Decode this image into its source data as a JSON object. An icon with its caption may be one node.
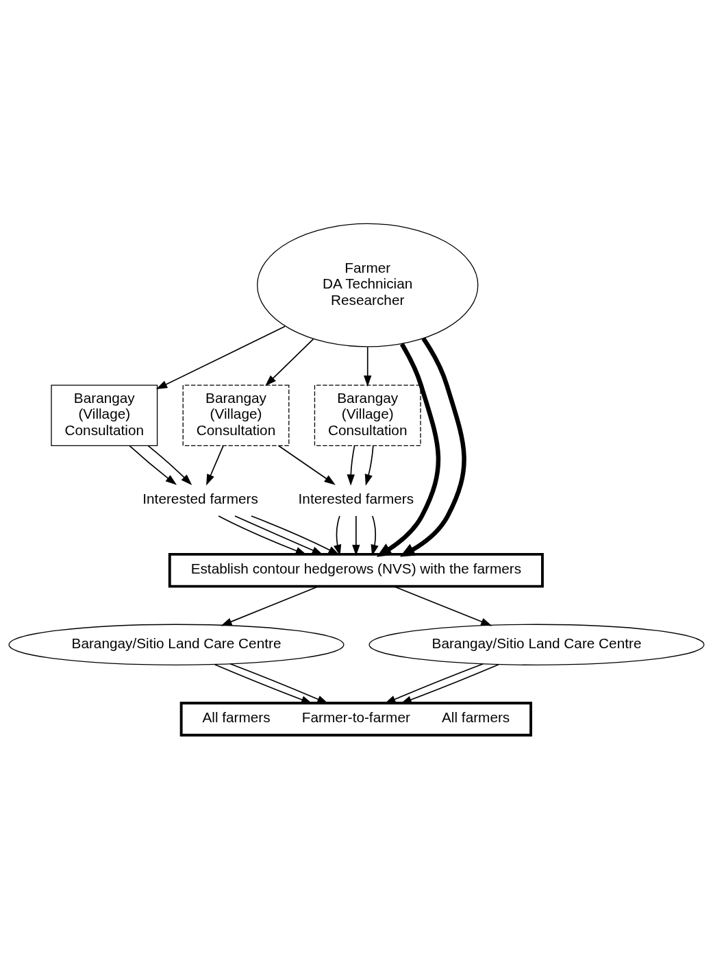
{
  "diagram": {
    "nodes": [
      {
        "text": [
          "Farmer",
          "DA Technician",
          "Researcher"
        ]
      },
      {
        "text": [
          "Barangay (Village) Consultation"
        ]
      },
      {
        "text": [
          "Barangay (Village) Consultation"
        ]
      },
      {
        "text": [
          "Barangay (Village) Consultation"
        ]
      },
      {
        "text": [
          "Interested farmers"
        ]
      },
      {
        "text": [
          "Interested farmers"
        ]
      },
      {
        "text": [
          "Establish contour hedgerows (NVS) with the farmers"
        ]
      },
      {
        "text": [
          "Barangay/Sitio Land Care Centre"
        ]
      },
      {
        "text": [
          "Barangay/Sitio Land Care Centre"
        ]
      },
      {
        "text": [
          "All farmers",
          "Farmer-to-farmer",
          "All farmers"
        ]
      }
    ],
    "edges": [
      {
        "from": 0,
        "to": 6,
        "arrow": "to",
        "style": "thick"
      },
      {
        "from": 0,
        "to": 1,
        "arrow": "to"
      },
      {
        "from": 0,
        "to": 2,
        "arrow": "to"
      },
      {
        "from": 0,
        "to": 3,
        "arrow": "to"
      },
      {
        "from": 0,
        "to": 6,
        "arrow": "to",
        "style": "thick"
      },
      {
        "from": 1,
        "to": 4,
        "arrow": "to"
      },
      {
        "from": 1,
        "to": 4,
        "arrow": "to"
      },
      {
        "from": 2,
        "to": 4,
        "arrow": "to"
      },
      {
        "from": 2,
        "to": 5,
        "arrow": "to"
      },
      {
        "from": 3,
        "to": 5,
        "arrow": "to"
      },
      {
        "from": 3,
        "to": 5,
        "arrow": "to"
      },
      {
        "from": 4,
        "to": 6,
        "arrow": "to"
      },
      {
        "from": 4,
        "to": 6,
        "arrow": "to"
      },
      {
        "from": 4,
        "to": 6,
        "arrow": "to"
      },
      {
        "from": 5,
        "to": 6,
        "arrow": "to"
      },
      {
        "from": 5,
        "to": 6,
        "arrow": "to"
      },
      {
        "from": 5,
        "to": 6,
        "arrow": "to"
      },
      {
        "from": 6,
        "to": 7,
        "arrow": "to"
      },
      {
        "from": 6,
        "to": 8,
        "arrow": "to"
      },
      {
        "from": 7,
        "to": 9,
        "arrow": "to"
      },
      {
        "from": 7,
        "to": 9,
        "arrow": "to"
      },
      {
        "from": 8,
        "to": 9,
        "arrow": "to"
      },
      {
        "from": 8,
        "to": 9,
        "arrow": "to"
      }
    ]
  }
}
